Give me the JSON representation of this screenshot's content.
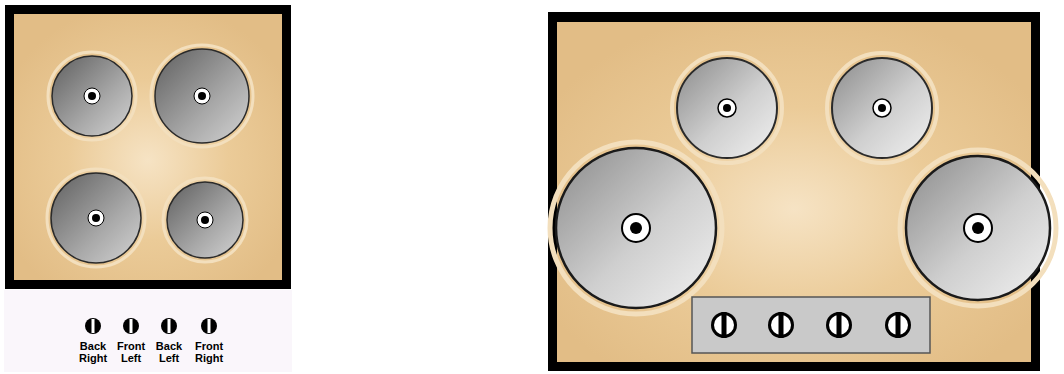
{
  "diagram": {
    "labels": [
      "Back Right",
      "Front Left",
      "Back Left",
      "Front Right"
    ]
  }
}
